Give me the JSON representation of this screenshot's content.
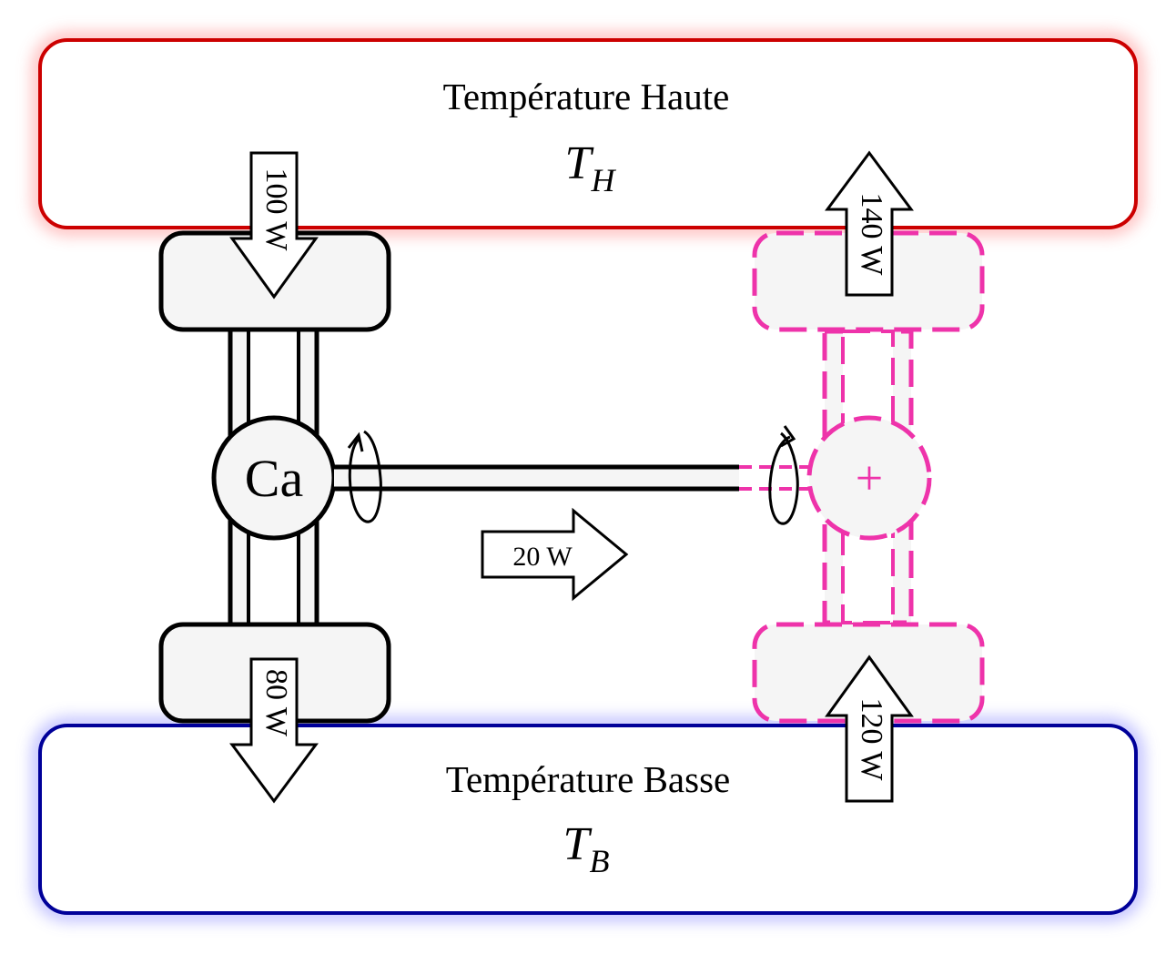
{
  "hot_reservoir": {
    "title": "Température Haute",
    "symbol": "T",
    "subscript": "H",
    "color": "#cc0000"
  },
  "cold_reservoir": {
    "title": "Température Basse",
    "symbol": "T",
    "subscript": "B",
    "color": "#000099"
  },
  "engine_left": {
    "label": "Ca",
    "heat_in": "100 W",
    "heat_out": "80 W"
  },
  "engine_right": {
    "label": "+",
    "heat_out": "140 W",
    "heat_in": "120 W",
    "color": "#ee33aa"
  },
  "work_arrow": {
    "label": "20 W"
  }
}
